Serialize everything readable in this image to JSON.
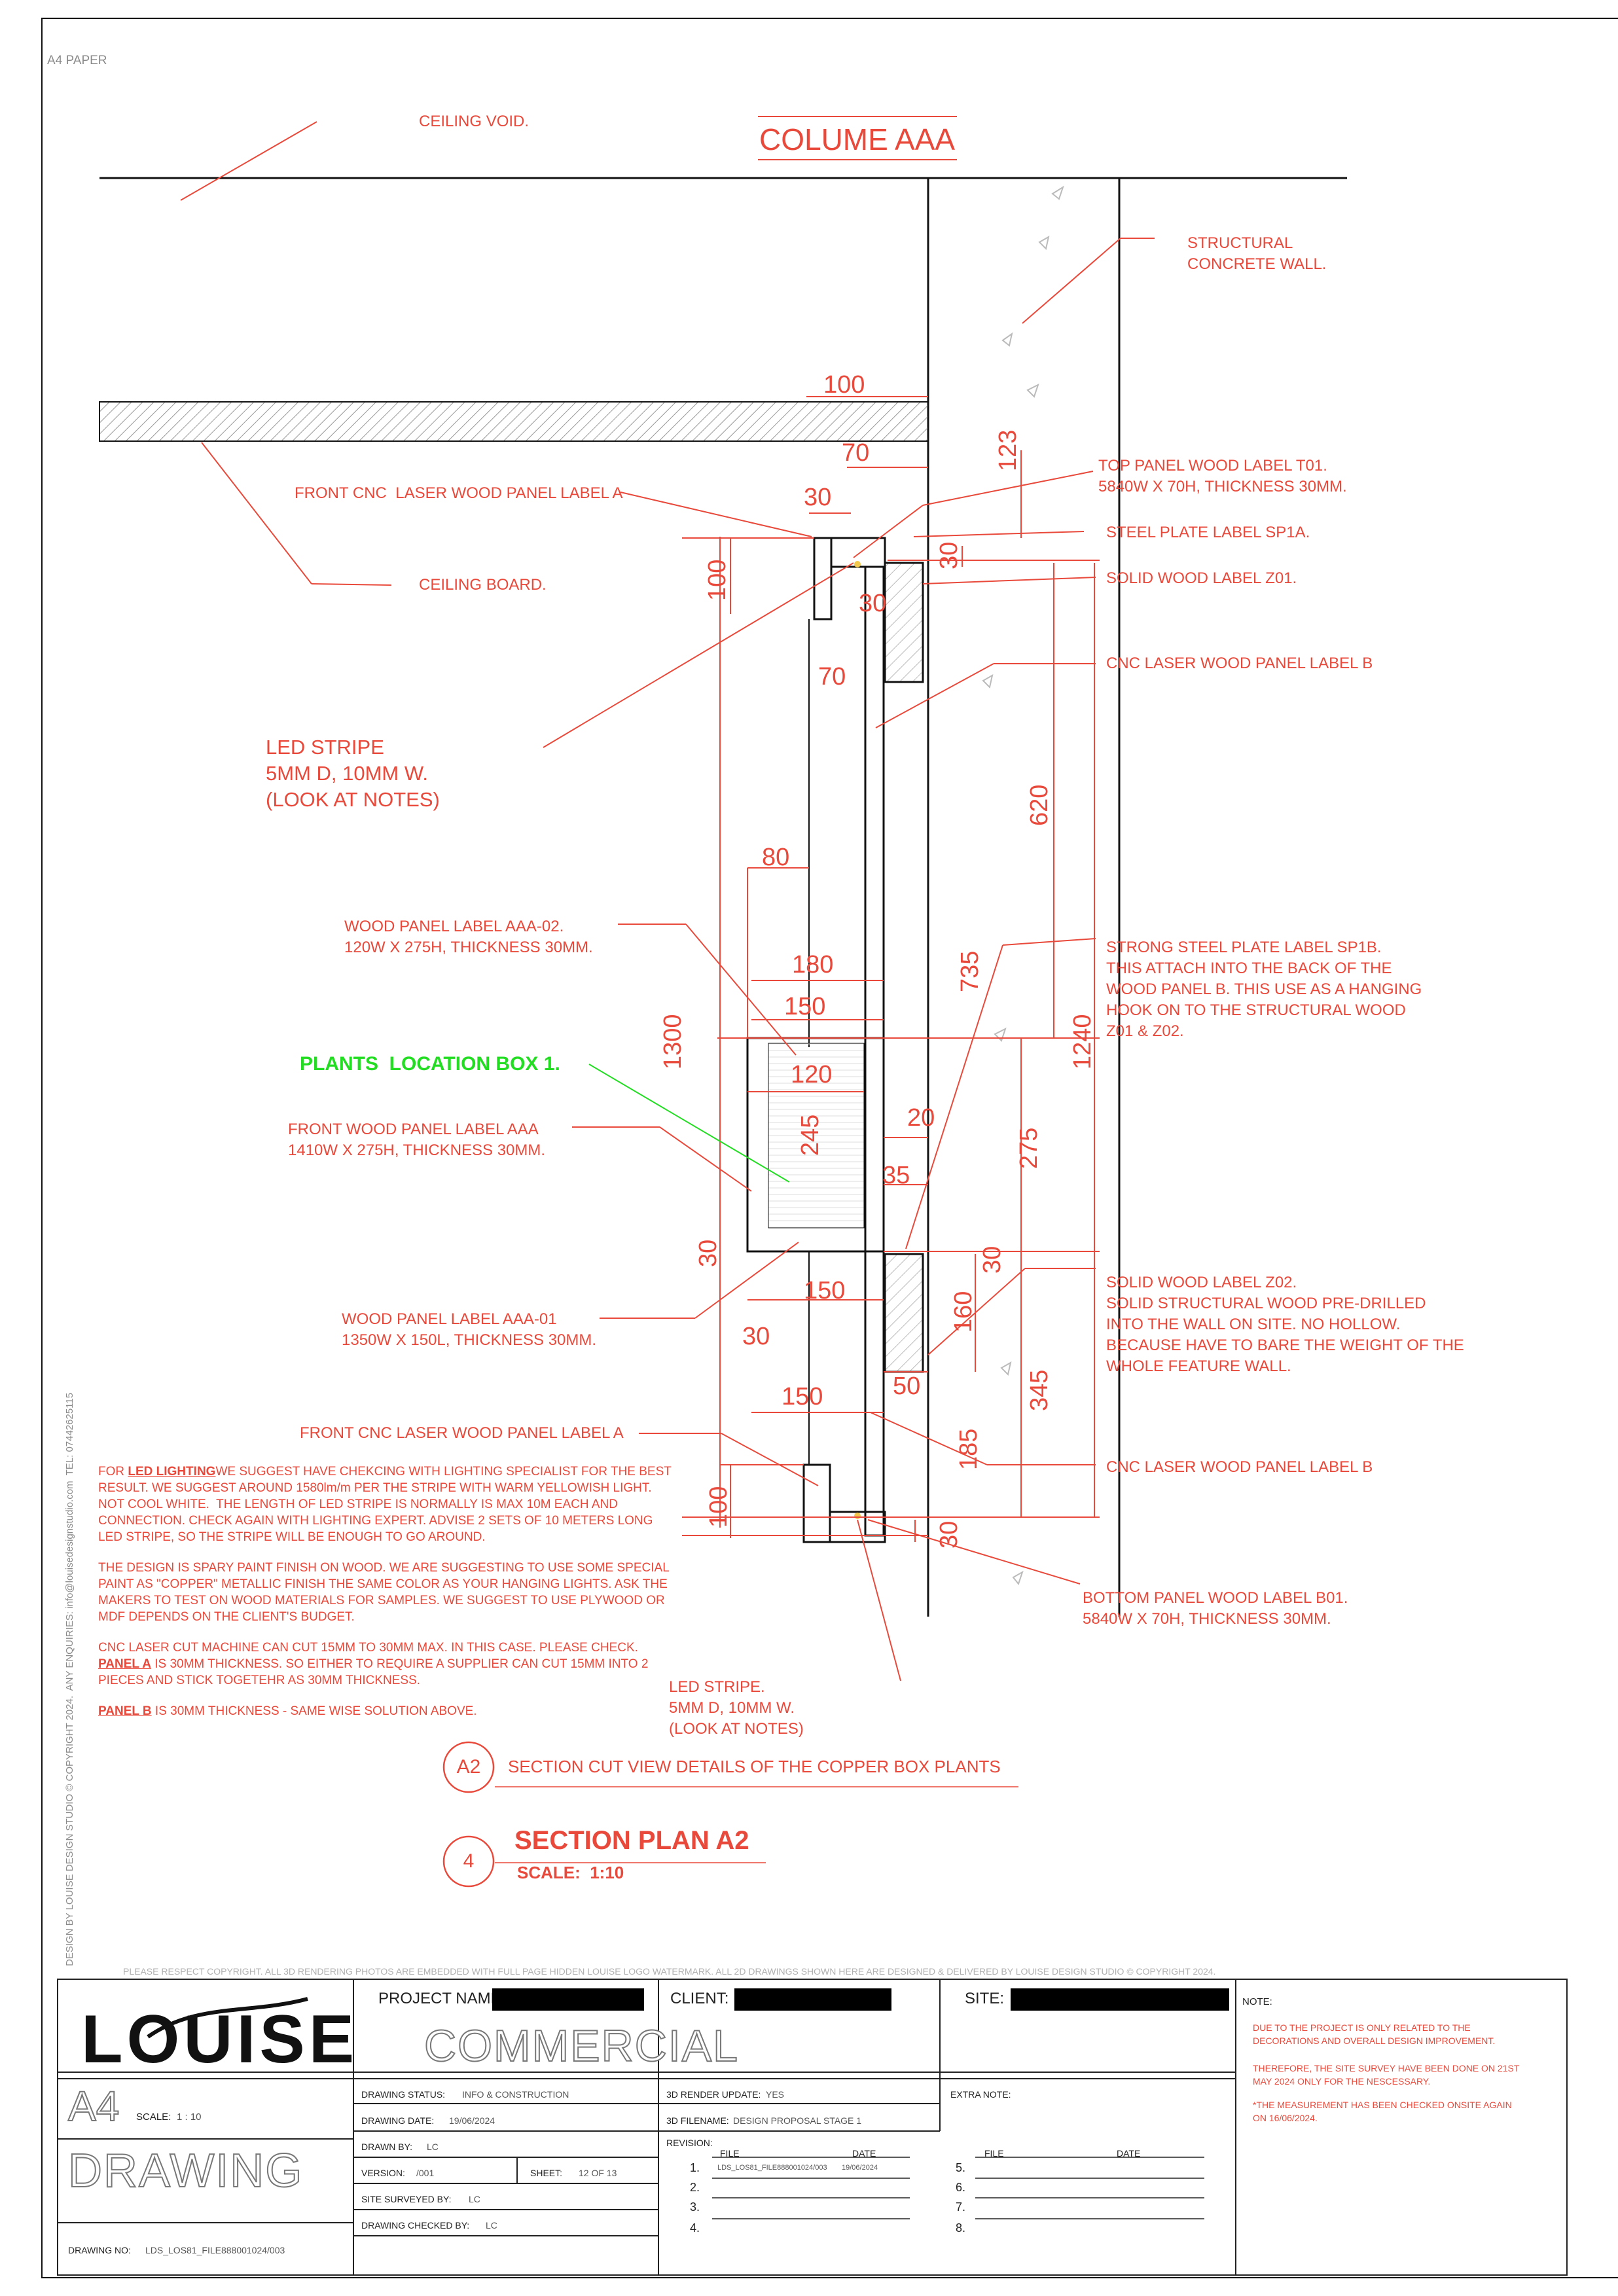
{
  "paper_label": "A4 PAPER",
  "title": "COLUME AAA",
  "callouts": {
    "ceiling_void": "CEILING VOID.",
    "structural_wall": "STRUCTURAL\nCONCRETE WALL.",
    "front_cnc_a_top": "FRONT CNC  LASER WOOD PANEL LABEL A",
    "ceiling_board": "CEILING BOARD.",
    "top_panel": "TOP PANEL WOOD LABEL T01.\n5840W X 70H, THICKNESS 30MM.",
    "steel_plate_sp1a": "STEEL PLATE LABEL SP1A.",
    "solid_wood_z01": "SOLID WOOD LABEL Z01.",
    "cnc_b_top": "CNC LASER WOOD PANEL LABEL B",
    "led_stripe_main": "LED STRIPE\n5MM D, 10MM W.\n(LOOK AT NOTES)",
    "wood_panel_aaa02": "WOOD PANEL LABEL AAA-02.\n120W X 275H, THICKNESS 30MM.",
    "strong_steel_sp1b": "STRONG STEEL PLATE LABEL SP1B.\nTHIS ATTACH INTO THE BACK OF THE\nWOOD PANEL B. THIS USE AS A HANGING\nHOOK ON TO THE STRUCTURAL WOOD\nZ01 & Z02.",
    "plants_location": "PLANTS  LOCATION BOX 1.",
    "front_wood_aaa": "FRONT WOOD PANEL LABEL AAA\n1410W X 275H, THICKNESS 30MM.",
    "solid_wood_z02": "SOLID WOOD LABEL Z02.\nSOLID STRUCTURAL WOOD PRE-DRILLED\nINTO THE WALL ON SITE. NO HOLLOW.\nBECAUSE HAVE TO BARE THE WEIGHT OF THE\nWHOLE FEATURE WALL.",
    "wood_panel_aaa01": "WOOD PANEL LABEL AAA-01\n1350W X 150L, THICKNESS 30MM.",
    "front_cnc_a_bottom": "FRONT CNC LASER WOOD PANEL LABEL A",
    "cnc_b_bottom": "CNC LASER WOOD PANEL LABEL B",
    "bottom_panel": "BOTTOM PANEL WOOD LABEL B01.\n5840W X 70H, THICKNESS 30MM.",
    "led_stripe_bottom": "LED STRIPE.\n5MM D, 10MM W.\n(LOOK AT NOTES)"
  },
  "dimensions": {
    "d100_top": "100",
    "d70_top": "70",
    "d30_top": "30",
    "d123": "123",
    "d30_r1": "30",
    "d100_left_top": "100",
    "d30_mid": "30",
    "d70_mid": "70",
    "d620": "620",
    "d80": "80",
    "d180": "180",
    "d150_a": "150",
    "d120": "120",
    "d735": "735",
    "d1300": "1300",
    "d1240": "1240",
    "d245": "245",
    "d20": "20",
    "d35": "35",
    "d275": "275",
    "d30_left": "30",
    "d30_r2": "30",
    "d150_b": "150",
    "d160": "160",
    "d30_b": "30",
    "d50": "50",
    "d345": "345",
    "d150_c": "150",
    "d185": "185",
    "d100_left_bottom": "100",
    "d30_bottom": "30"
  },
  "notes": {
    "p1_label": "LED LIGHTING",
    "p1_prefix": "FOR ",
    "p1": "WE SUGGEST HAVE CHEKCING WITH LIGHTING SPECIALIST FOR THE BEST RESULT. WE SUGGEST AROUND 1580lm/m PER THE STRIPE WITH WARM YELLOWISH LIGHT. NOT COOL WHITE.  THE LENGTH OF LED STRIPE IS NORMALLY IS MAX 10M EACH AND CONNECTION. CHECK AGAIN WITH LIGHTING EXPERT. ADVISE 2 SETS OF 10 METERS LONG LED STRIPE, SO THE STRIPE WILL BE ENOUGH TO GO AROUND.",
    "p2": "THE DESIGN IS SPARY PAINT FINISH ON WOOD. WE ARE SUGGESTING TO USE SOME SPECIAL PAINT AS \"COPPER\" METALLIC FINISH THE SAME COLOR AS YOUR HANGING LIGHTS. ASK THE MAKERS TO TEST ON WOOD MATERIALS FOR SAMPLES. WE SUGGEST TO USE PLYWOOD OR MDF DEPENDS ON THE CLIENT'S BUDGET.",
    "p3": "CNC LASER CUT MACHINE CAN CUT 15MM TO 30MM MAX. IN THIS CASE. PLEASE CHECK.",
    "p3_label": "PANEL A",
    "p3b": " IS 30MM THICKNESS. SO EITHER TO REQUIRE A SUPPLIER CAN CUT 15MM INTO 2 PIECES AND STICK TOGETEHR AS 30MM THICKNESS.",
    "p4_label": "PANEL B",
    "p4": " IS 30MM THICKNESS - SAME WISE SOLUTION ABOVE."
  },
  "section_a2": {
    "badge": "A2",
    "text": "SECTION CUT VIEW DETAILS OF THE COPPER BOX PLANTS"
  },
  "section_plan": {
    "badge": "4",
    "title": "SECTION PLAN A2",
    "scale": "SCALE:  1:10"
  },
  "side_text": "DESIGN BY LOUISE DESIGN STUDIO © COPYRIGHT 2024.  ANY ENQUIRIES: info@louisedesignstudio.com  TEL: 07442625115",
  "copyright": "PLEASE RESPECT COPYRIGHT. ALL 3D RENDERING PHOTOS ARE EMBEDDED WITH FULL PAGE HIDDEN LOUISE LOGO WATERMARK. ALL 2D DRAWINGS SHOWN HERE ARE DESIGNED & DELIVERED BY LOUISE DESIGN STUDIO © COPYRIGHT 2024.",
  "title_block": {
    "logo": "LOUISE",
    "project_name_label": "PROJECT NAME:",
    "project_name_value": "COMMERCIAL",
    "client_label": "CLIENT:",
    "site_label": "SITE:",
    "note_label": "NOTE:",
    "note_lines": [
      "DUE TO THE PROJECT IS ONLY RELATED TO THE DECORATIONS AND OVERALL DESIGN IMPROVEMENT.",
      "THEREFORE, THE SITE SURVEY HAVE BEEN DONE ON 21ST MAY 2024 ONLY FOR THE NESCESSARY.",
      "*THE MEASUREMENT HAS BEEN CHECKED ONSITE AGAIN ON 16/06/2024."
    ],
    "paper": "A4",
    "scale_label": "SCALE:",
    "scale_value": "1 : 10",
    "drawing_word": "DRAWING",
    "drawing_no_label": "DRAWING NO:",
    "drawing_no_value": "LDS_LOS81_FILE888001024/003",
    "status_label": "DRAWING STATUS:",
    "status_value": "INFO & CONSTRUCTION",
    "date_label": "DRAWING DATE:",
    "date_value": "19/06/2024",
    "drawn_by_label": "DRAWN BY:",
    "drawn_by_value": "LC",
    "version_label": "VERSION:",
    "version_value": "/001",
    "sheet_label": "SHEET:",
    "sheet_value": "12 OF 13",
    "surveyed_label": "SITE SURVEYED BY:",
    "surveyed_value": "LC",
    "checked_label": "DRAWING CHECKED BY:",
    "checked_value": "LC",
    "render_label": "3D RENDER UPDATE:",
    "render_value": "YES",
    "filename_label": "3D FILENAME:",
    "filename_value": "DESIGN PROPOSAL STAGE 1",
    "extra_note_label": "EXTRA NOTE:",
    "revision_label": "REVISION:",
    "file_header": "FILE",
    "date_header": "DATE",
    "rev_numbers_left": [
      "1.",
      "2.",
      "3.",
      "4."
    ],
    "rev_numbers_right": [
      "5.",
      "6.",
      "7.",
      "8."
    ],
    "rev1_file": "LDS_LOS81_FILE888001024/003",
    "rev1_date": "19/06/2024"
  },
  "colors": {
    "accent": "#e8493a",
    "plants": "#22dd22",
    "line": "#222222",
    "grey": "#8a8a8a"
  }
}
